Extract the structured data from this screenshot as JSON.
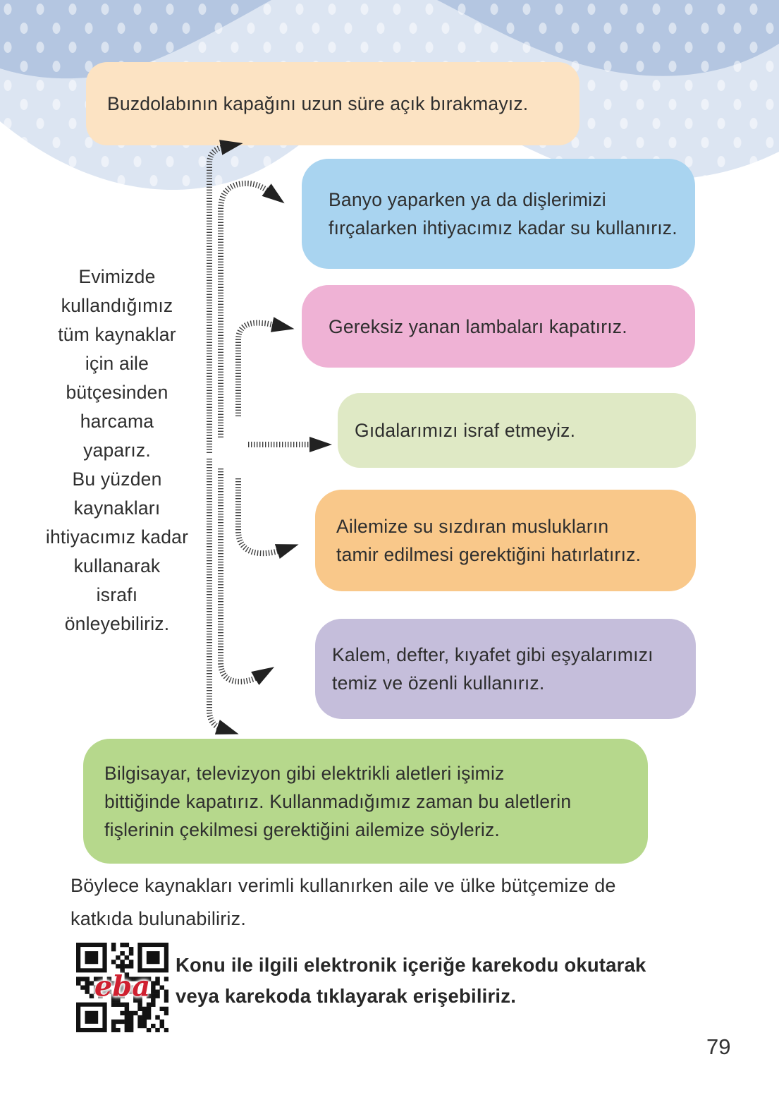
{
  "page": {
    "number": "79"
  },
  "colors": {
    "wave_dark_blue": "#b4c6e1",
    "wave_light_blue": "#dce5f2",
    "box_fridge": "#fce3c3",
    "box_water": "#a9d4f0",
    "box_lamps": "#efb2d5",
    "box_food": "#dfe9c5",
    "box_faucet": "#f9c88a",
    "box_belongings": "#c5bedb",
    "box_electronics": "#b6d88c",
    "eba_logo_red": "#cf2030",
    "arrow_color": "#3f3f3f"
  },
  "diagram": {
    "center_text": "Evimizde\nkullandığımız\ntüm kaynaklar\niçin aile\nbütçesinden\nharcama\nyaparız.\nBu yüzden\nkaynakları\nihtiyacımız kadar\nkullanarak\nisrafı\nönleyebiliriz.",
    "boxes": [
      {
        "id": "fridge",
        "text": "Buzdolabının kapağını uzun süre açık bırakmayız."
      },
      {
        "id": "water",
        "text": "Banyo yaparken ya da dişlerimizi\nfırçalarken ihtiyacımız kadar su kullanırız."
      },
      {
        "id": "lamps",
        "text": "Gereksiz yanan lambaları kapatırız."
      },
      {
        "id": "food",
        "text": "Gıdalarımızı israf etmeyiz."
      },
      {
        "id": "faucet",
        "text": "Ailemize su sızdıran muslukların\ntamir edilmesi gerektiğini hatırlatırız."
      },
      {
        "id": "belongings",
        "text": "Kalem, defter, kıyafet gibi eşyalarımızı\ntemiz ve özenli kullanırız."
      },
      {
        "id": "electronics",
        "text": "Bilgisayar, televizyon gibi elektrikli aletleri işimiz\nbittiğinde kapatırız. Kullanmadığımız zaman bu aletlerin\nfişlerinin çekilmesi gerektiğini ailemize söyleriz."
      }
    ]
  },
  "footer": {
    "conclusion": "Böylece kaynakları verimli kullanırken aile ve ülke bütçemize de\nkatkıda bulunabiliriz.",
    "qr_caption": "Konu ile ilgili elektronik içeriğe karekodu okutarak\nveya karekoda tıklayarak erişebiliriz.",
    "qr_logo": "eba"
  }
}
